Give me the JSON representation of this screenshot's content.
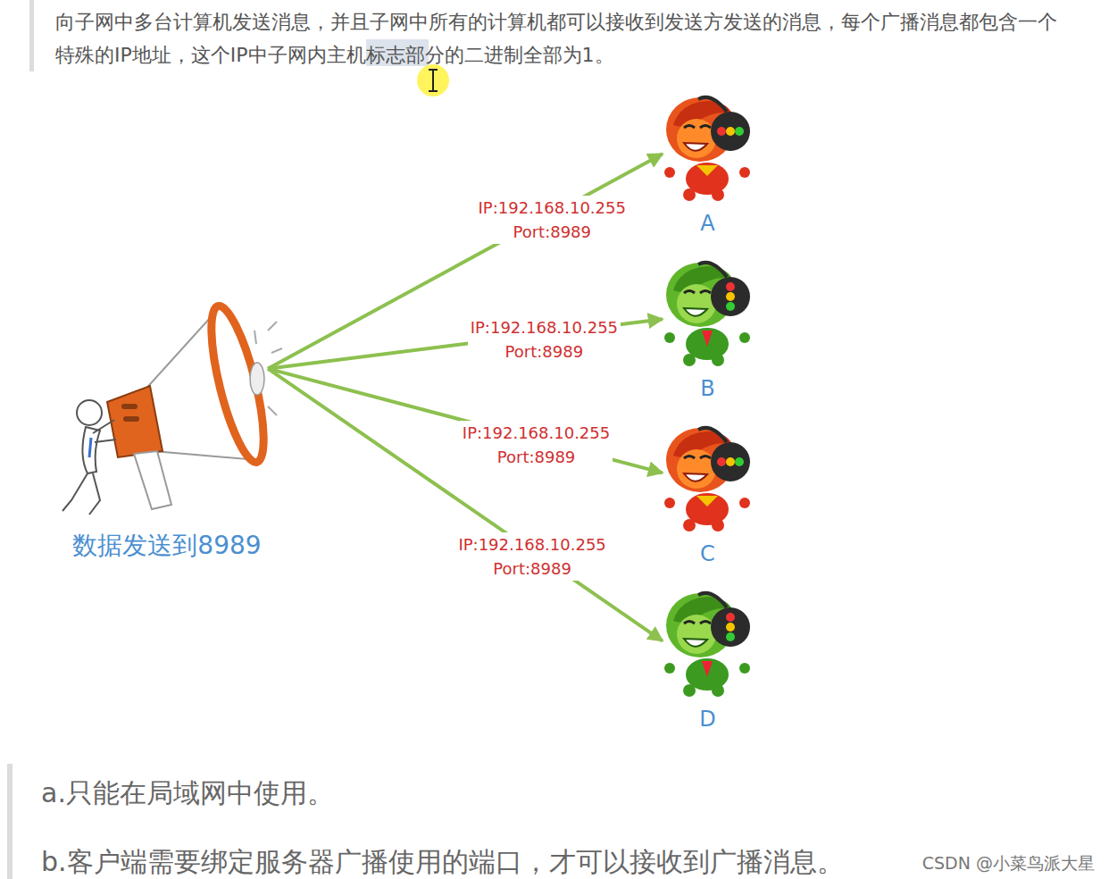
{
  "diagram": {
    "nodes": [
      {
        "text": [
          "数据发送到8989"
        ]
      },
      {
        "text": [
          "A"
        ]
      },
      {
        "text": [
          "B"
        ]
      },
      {
        "text": [
          "C"
        ]
      },
      {
        "text": [
          "D"
        ]
      }
    ],
    "edges": [
      {
        "from": 0,
        "to": 1,
        "arrow": "to",
        "label": "IP:192.168.10.255 Port:8989"
      },
      {
        "from": 0,
        "to": 2,
        "arrow": "to",
        "label": "IP:192.168.10.255 Port:8989"
      },
      {
        "from": 0,
        "to": 3,
        "arrow": "to",
        "label": "IP:192.168.10.255 Port:8989"
      },
      {
        "from": 0,
        "to": 4,
        "arrow": "to",
        "label": "IP:192.168.10.255 Port:8989"
      }
    ],
    "labels": [
      "向子网中多台计算机发送消息，并且子网中所有的计算机都可以接收到发送方发送的消息，每个广播消息都包含一个特殊的IP地址，这个IP中子网内主机标志部分的二进制全部为1。",
      "a.只能在局域网中使用。",
      "b.客户端需要绑定服务器广播使用的端口，才可以接收到广播消息。",
      "CSDN @小菜鸟派大星"
    ]
  }
}
